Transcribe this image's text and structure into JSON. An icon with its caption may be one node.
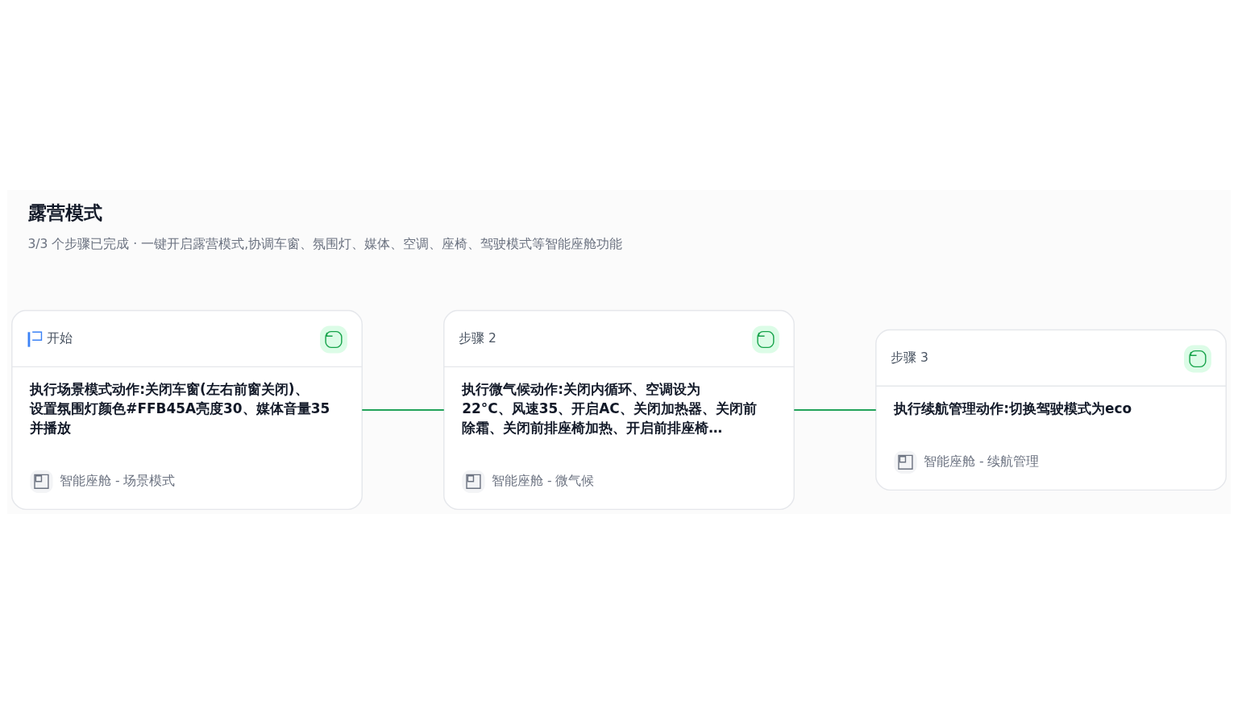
{
  "diagram": {
    "title": "露营模式",
    "caption": "3/3 个步骤已完成 · 一键开启露营模式,协调车窗、氛围灯、媒体、空调、座椅、驾驶模式等智能座舱功能",
    "nodes": [
      {
        "text": [
          "开始",
          "执行场景模式动作:关闭车窗(左右前窗关闭)、设置氛围灯颜色#FFB45A亮度30、媒体音量35并播放",
          "智能座舱 - 场景模式"
        ]
      },
      {
        "text": [
          "步骤 2",
          "执行微气候动作:关闭内循环、空调设为22°C、风速35、开启AC、关闭加热器、关闭前除霜、关闭前排座椅加热、开启前排座椅…",
          "智能座舱 - 微气候"
        ]
      },
      {
        "text": [
          "步骤 3",
          "执行续航管理动作:切换驾驶模式为eco",
          "智能座舱 - 续航管理"
        ]
      }
    ],
    "edges": [
      {
        "from": 0,
        "to": 1,
        "arrow": "none"
      },
      {
        "from": 1,
        "to": 2,
        "arrow": "none"
      }
    ]
  }
}
